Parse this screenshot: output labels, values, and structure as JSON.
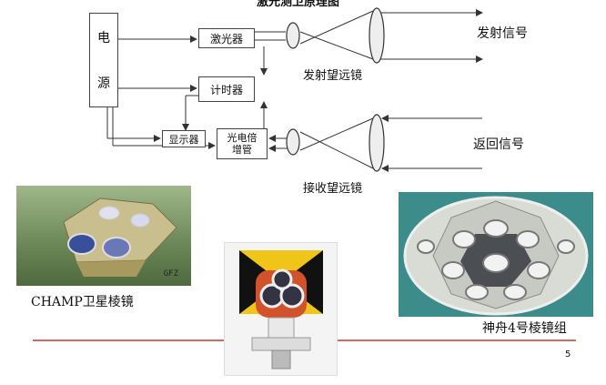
{
  "diagram": {
    "title": "激光测卫原理图",
    "power_box": [
      "电",
      "源"
    ],
    "laser_box": "激光器",
    "timer_box": "计时器",
    "display_box": "显示器",
    "pmt_box": [
      "光电倍",
      "增管"
    ],
    "transmit_telescope": "发射望远镜",
    "receive_telescope": "接收望远镜",
    "transmit_signal": "发射信号",
    "return_signal": "返回信号"
  },
  "photos": {
    "champ_caption": "CHAMP卫星棱镜",
    "champ_tag": "GFZ",
    "shenzhou_caption": "神舟4号棱镜组"
  },
  "footer": {
    "page_number": "5"
  },
  "colors": {
    "footer_line": "#c0392b",
    "line": "#333333"
  }
}
